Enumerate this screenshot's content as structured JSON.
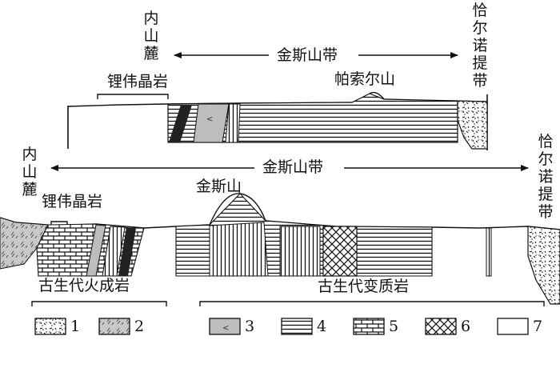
{
  "top_section": {
    "left_label": "内山麓",
    "belt_label": "金斯山带",
    "right_label": "恰尔诺提带",
    "pegmatite_label": "锂伟晶岩",
    "peak_label": "帕索尔山"
  },
  "bottom_section": {
    "left_label": "内山麓",
    "belt_label": "金斯山带",
    "right_label": "恰尔诺提带",
    "pegmatite_label": "锂伟晶岩",
    "peak_label": "金斯山"
  },
  "legend": {
    "igneous_group_label": "古生代火成岩",
    "metamorphic_group_label": "古生代变质岩",
    "items": [
      "1",
      "2",
      "3",
      "4",
      "5",
      "6",
      "7"
    ]
  },
  "colors": {
    "ink": "#111111",
    "gray_fill": "#bdbdbd",
    "background": "#ffffff"
  }
}
